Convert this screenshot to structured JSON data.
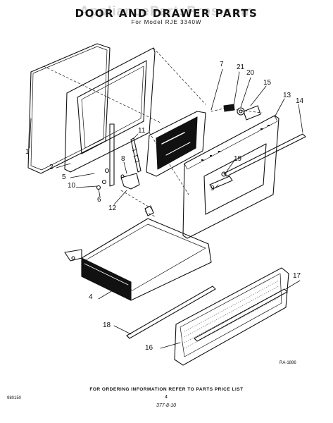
{
  "watermark": "AppliancePartsPros.com",
  "title": "DOOR AND DRAWER PARTS",
  "subtitle": "For Model RJE 3340W",
  "callouts": [
    "1",
    "2",
    "4",
    "5",
    "6",
    "7",
    "8",
    "9",
    "10",
    "11",
    "12",
    "13",
    "14",
    "15",
    "16",
    "17",
    "18",
    "19",
    "20",
    "21"
  ],
  "diagram_code": "RA-1886",
  "footer_text": "FOR ORDERING INFORMATION REFER TO PARTS PRICE LIST",
  "page_number": "4",
  "left_code": "980150",
  "bottom_code": "377-8-10"
}
